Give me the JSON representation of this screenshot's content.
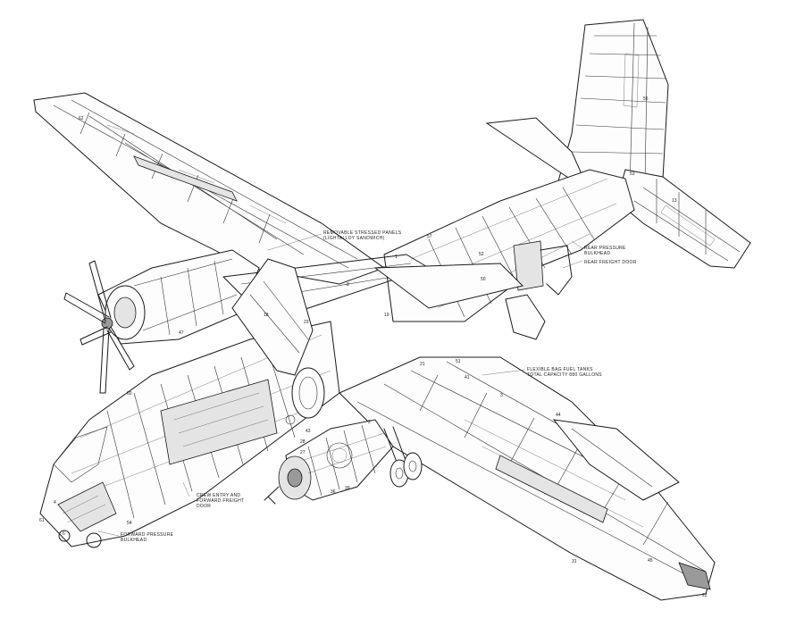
{
  "callouts": [
    {
      "id": "removable-panels",
      "lines": [
        "REMOVABLE STRESSED PANELS",
        "(LIGHTALLOY SANDWICH)"
      ]
    },
    {
      "id": "rear-pressure-bulkhead",
      "lines": [
        "REAR PRESSURE",
        "BULKHEAD"
      ]
    },
    {
      "id": "rear-freight-door",
      "lines": [
        "REAR FREIGHT DOOR"
      ]
    },
    {
      "id": "fuel-tanks",
      "lines": [
        "FLEXIBLE BAG FUEL TANKS",
        "TOTAL CAPACITY 880 GALLONS"
      ]
    },
    {
      "id": "crew-entry",
      "lines": [
        "CREW ENTRY AND",
        "FORWARD FREIGHT",
        "DOOR"
      ]
    },
    {
      "id": "forward-pressure-bulkhead",
      "lines": [
        "FORWARD PRESSURE",
        "BULKHEAD"
      ]
    }
  ],
  "part_numbers": [
    "62",
    "57",
    "52",
    "47",
    "1",
    "50",
    "56",
    "31",
    "60",
    "23",
    "19",
    "53",
    "54",
    "4",
    "6",
    "41",
    "43",
    "28",
    "27",
    "36",
    "39",
    "51",
    "8",
    "22",
    "44",
    "21",
    "18",
    "13",
    "45",
    "61",
    "2",
    "3"
  ]
}
